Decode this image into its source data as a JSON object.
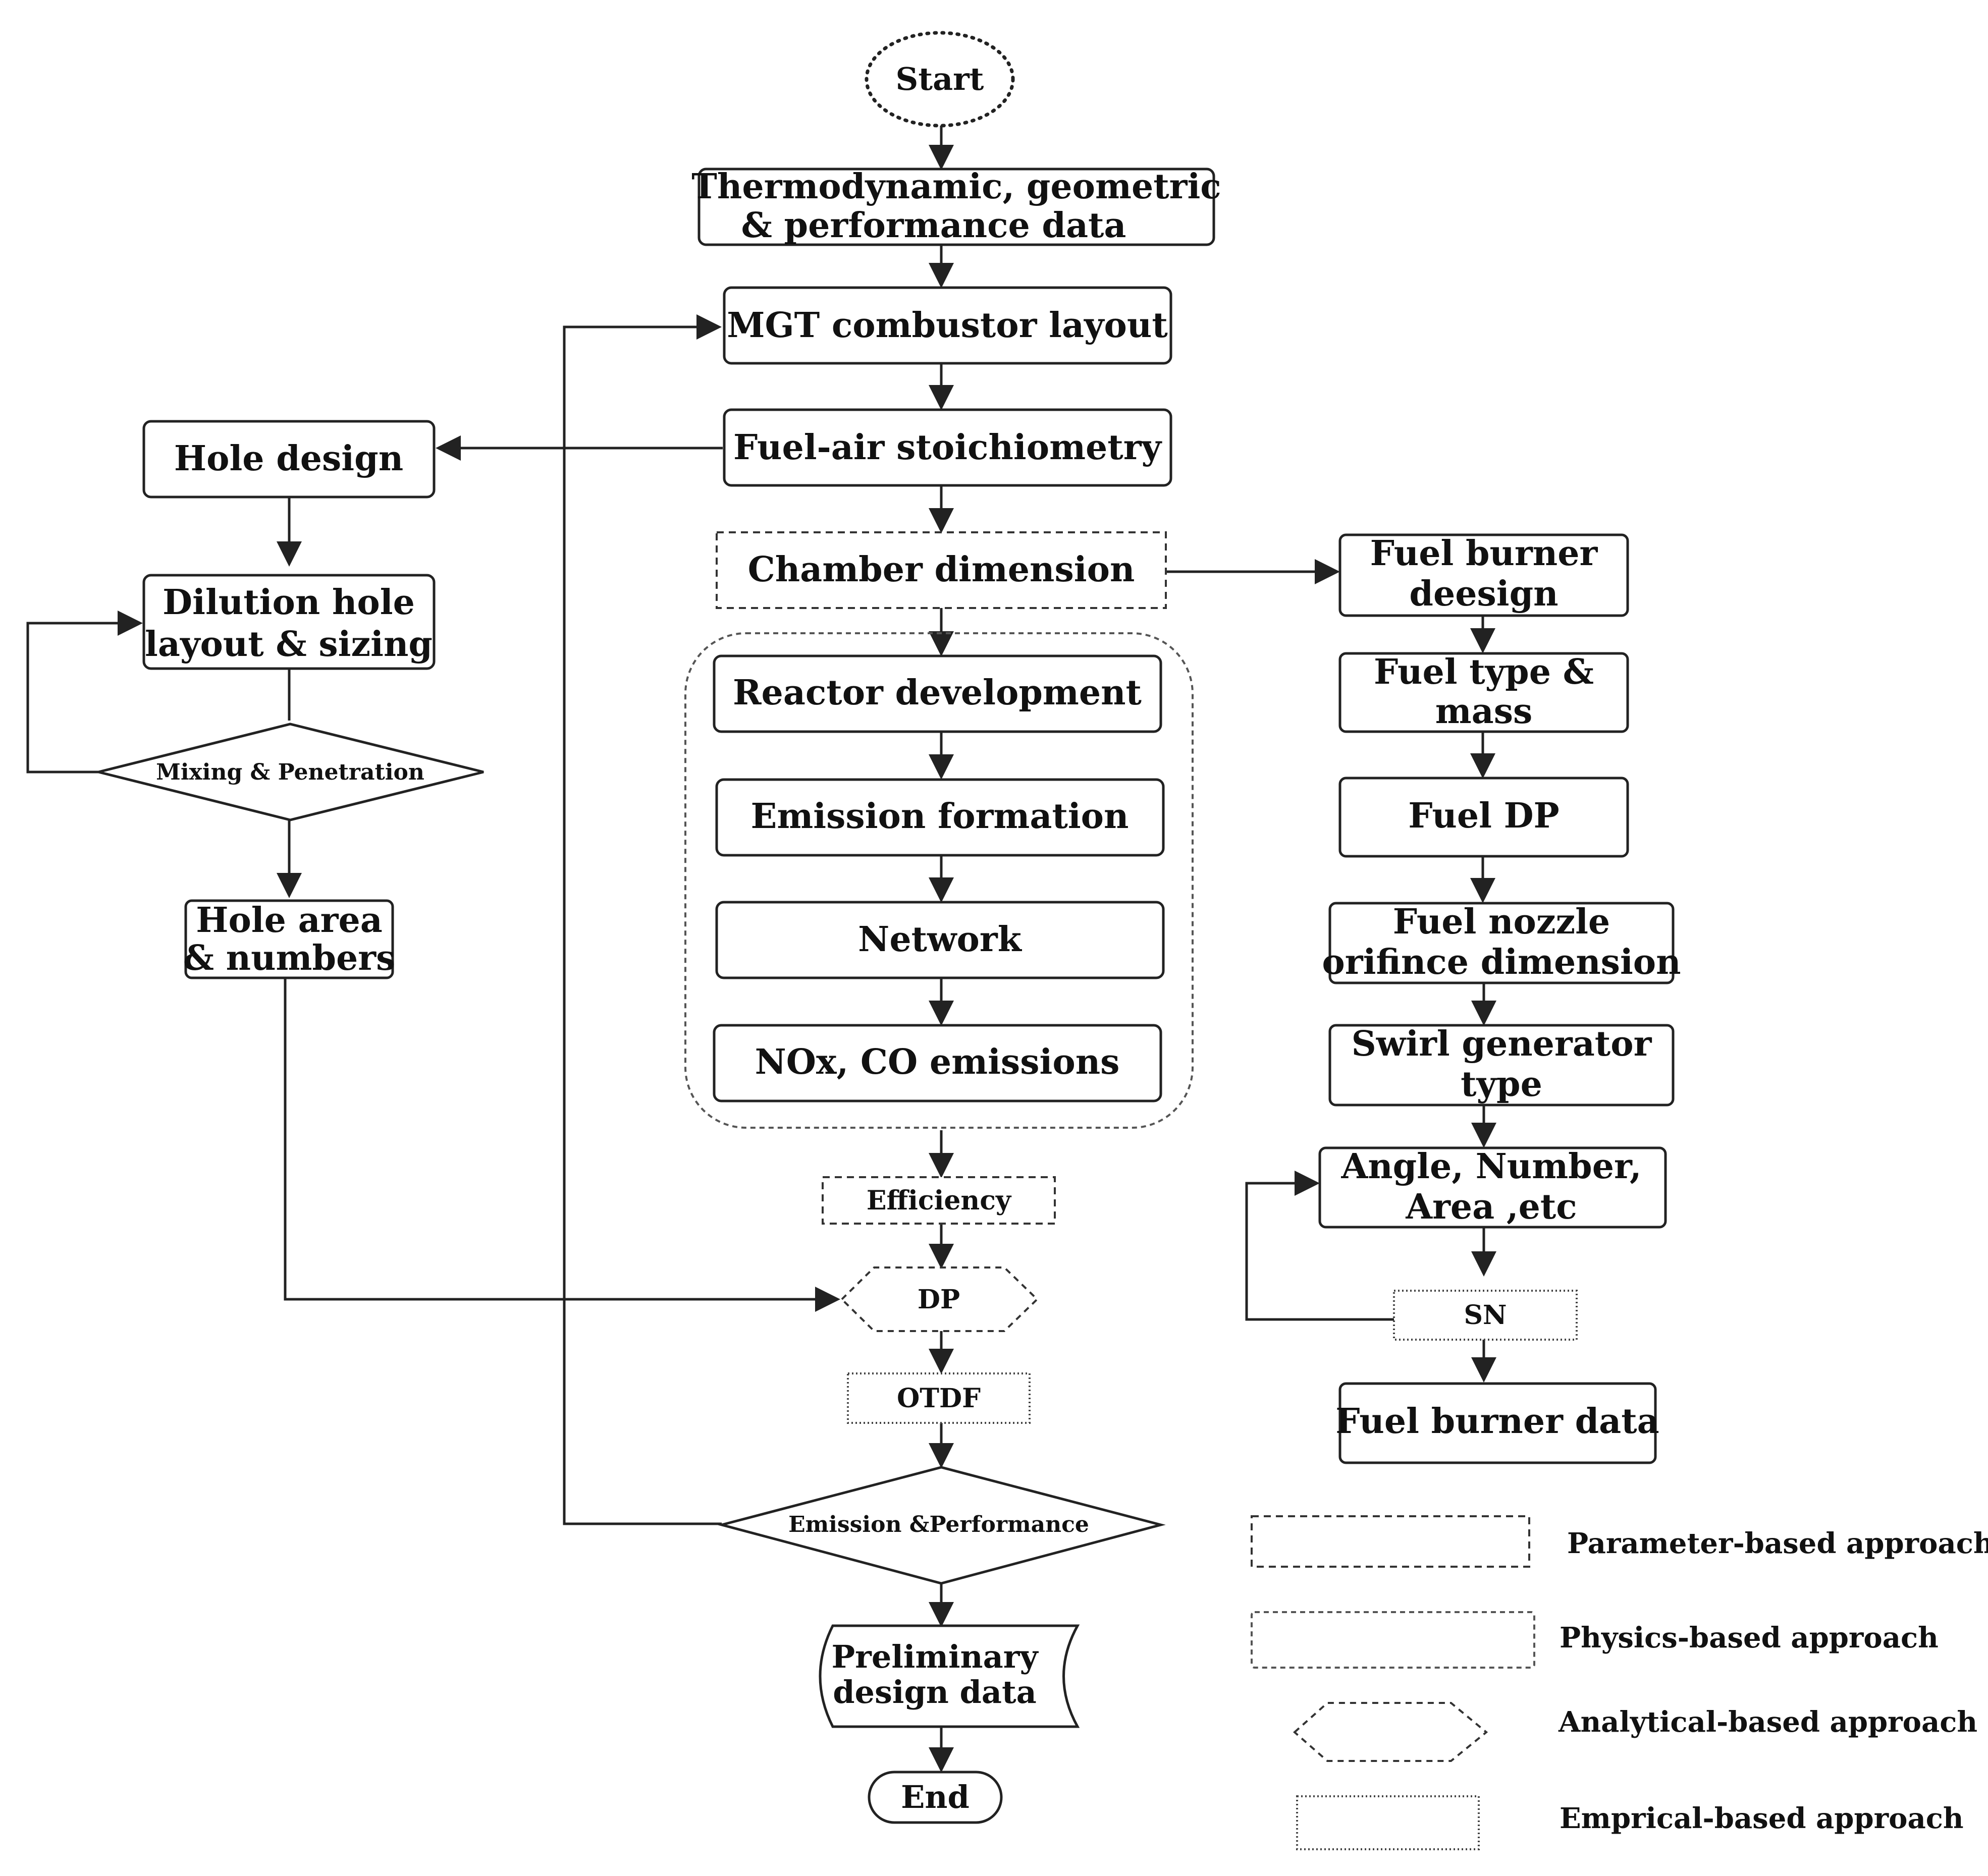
{
  "start": "Start",
  "end": "End",
  "center": {
    "thermo_l1": "Thermodynamic, geometric",
    "thermo_l2": "& performance data",
    "layout": "MGT combustor layout",
    "stoich": "Fuel-air stoichiometry",
    "chamber": "Chamber dimension",
    "reactor": "Reactor development",
    "emission_formation": "Emission formation",
    "network": "Network",
    "nox": "NOx, CO emissions",
    "efficiency": "Efficiency",
    "dp": "DP",
    "otdf": "OTDF",
    "decision": "Emission &Performance",
    "prelim_l1": "Preliminary",
    "prelim_l2": "design data"
  },
  "left": {
    "hole_design": "Hole design",
    "dilution_l1": "Dilution hole",
    "dilution_l2": "layout & sizing",
    "mixing": "Mixing & Penetration",
    "hole_area_l1": "Hole area",
    "hole_area_l2": "& numbers"
  },
  "right": {
    "burner_l1": "Fuel burner",
    "burner_l2": "deesign",
    "fueltype_l1": "Fuel type &",
    "fueltype_l2": "mass",
    "fueldp": "Fuel DP",
    "nozzle_l1": "Fuel nozzle",
    "nozzle_l2": "orifince dimension",
    "swirl_l1": "Swirl generator",
    "swirl_l2": "type",
    "angle_l1": "Angle, Number,",
    "angle_l2": "Area ,etc",
    "sn": "SN",
    "burner_data": "Fuel burner data"
  },
  "legend": {
    "parameter": "Parameter-based approach",
    "physics": "Physics-based approach",
    "analytical": "Analytical-based approach",
    "empirical": "Emprical-based approach"
  }
}
